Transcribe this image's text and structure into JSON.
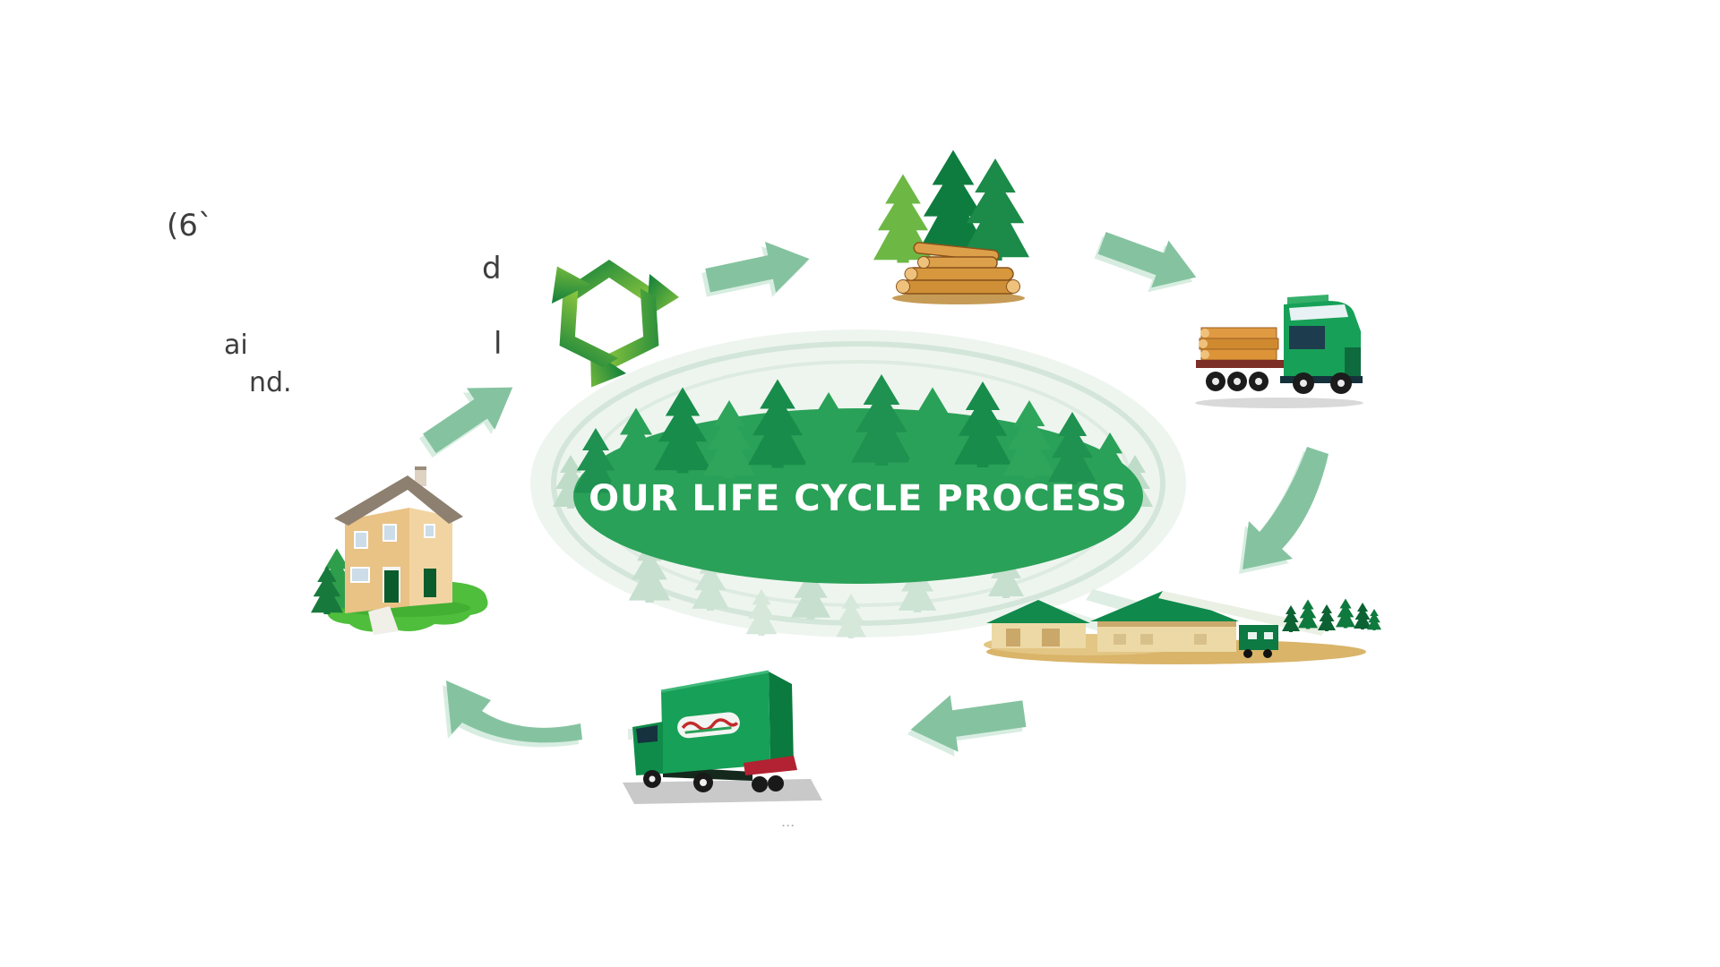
{
  "center": {
    "title": "OUR LIFE CYCLE PROCESS"
  },
  "fragments": {
    "top_left": "(6`",
    "left_mid": "ai",
    "left_lower": "nd.",
    "near_recycle_upper": "d",
    "near_recycle_lower": "l",
    "under_truck_dots": "..."
  },
  "icons": {
    "recycle": "recycle-symbol",
    "trees_logs": "pine-trees-with-log-pile",
    "log_truck": "log-transport-truck",
    "forest": "central-forest-oval",
    "sawmill": "sawmill-factory",
    "delivery_truck": "delivery-box-truck",
    "house": "residential-house",
    "arrows": [
      "arrow-recycle-to-trees",
      "arrow-trees-to-logtruck",
      "arrow-logtruck-to-sawmill",
      "arrow-sawmill-to-delivery",
      "arrow-delivery-to-house",
      "arrow-house-to-recycle"
    ]
  },
  "colors": {
    "arrow": "#85c3a0",
    "arrow_shadow": "#dcefe4",
    "forest_green": "#2aa158",
    "forest_dark": "#188c4b",
    "forest_light": "#3db168",
    "ring_pale": "#d3e6d9",
    "recycle_dark": "#0a7c3a",
    "recycle_light": "#90c83f",
    "truck_green": "#17a057",
    "log_tan": "#d6973d",
    "house_tan": "#e9c285",
    "grass_green": "#4fbe3c",
    "bumper_red": "#b22232",
    "title_white": "#ffffff"
  }
}
